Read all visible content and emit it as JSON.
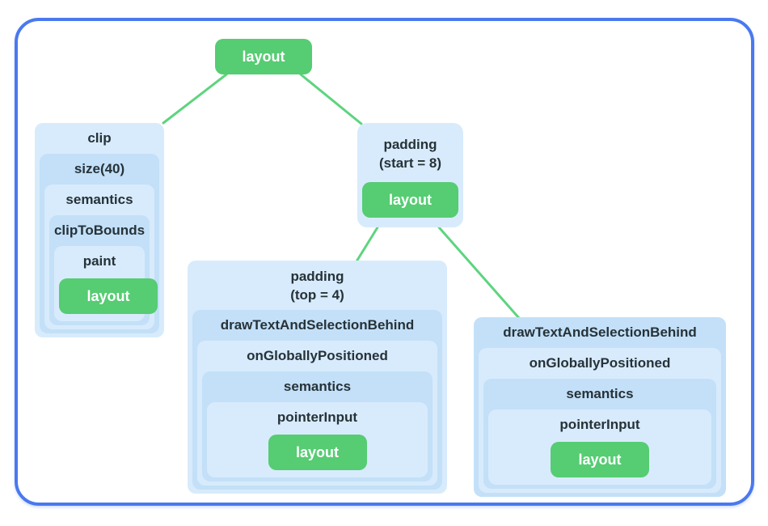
{
  "colors": {
    "frame_border_blue": "#4A79EF",
    "node_green": "#56CC73",
    "connector_green": "#5ED47F",
    "level_light_blue": "#D8EBFC",
    "level_mid_blue": "#C3E0F8",
    "text_dark": "#263238",
    "text_on_green": "#FFFFFF"
  },
  "tree": {
    "root_label": "layout",
    "clip_chain": {
      "levels": [
        "clip",
        "size(40)",
        "semantics",
        "clipToBounds",
        "paint"
      ],
      "leaf": "layout"
    },
    "padding_start_node": {
      "title_line1": "padding",
      "title_line2": "(start = 8)",
      "leaf": "layout"
    },
    "padding_top_chain": {
      "title_line1": "padding",
      "title_line2": "(top = 4)",
      "levels": [
        "drawTextAndSelectionBehind",
        "onGloballyPositioned",
        "semantics",
        "pointerInput"
      ],
      "leaf": "layout"
    },
    "draw_text_chain": {
      "levels": [
        "drawTextAndSelectionBehind",
        "onGloballyPositioned",
        "semantics",
        "pointerInput"
      ],
      "leaf": "layout"
    }
  }
}
